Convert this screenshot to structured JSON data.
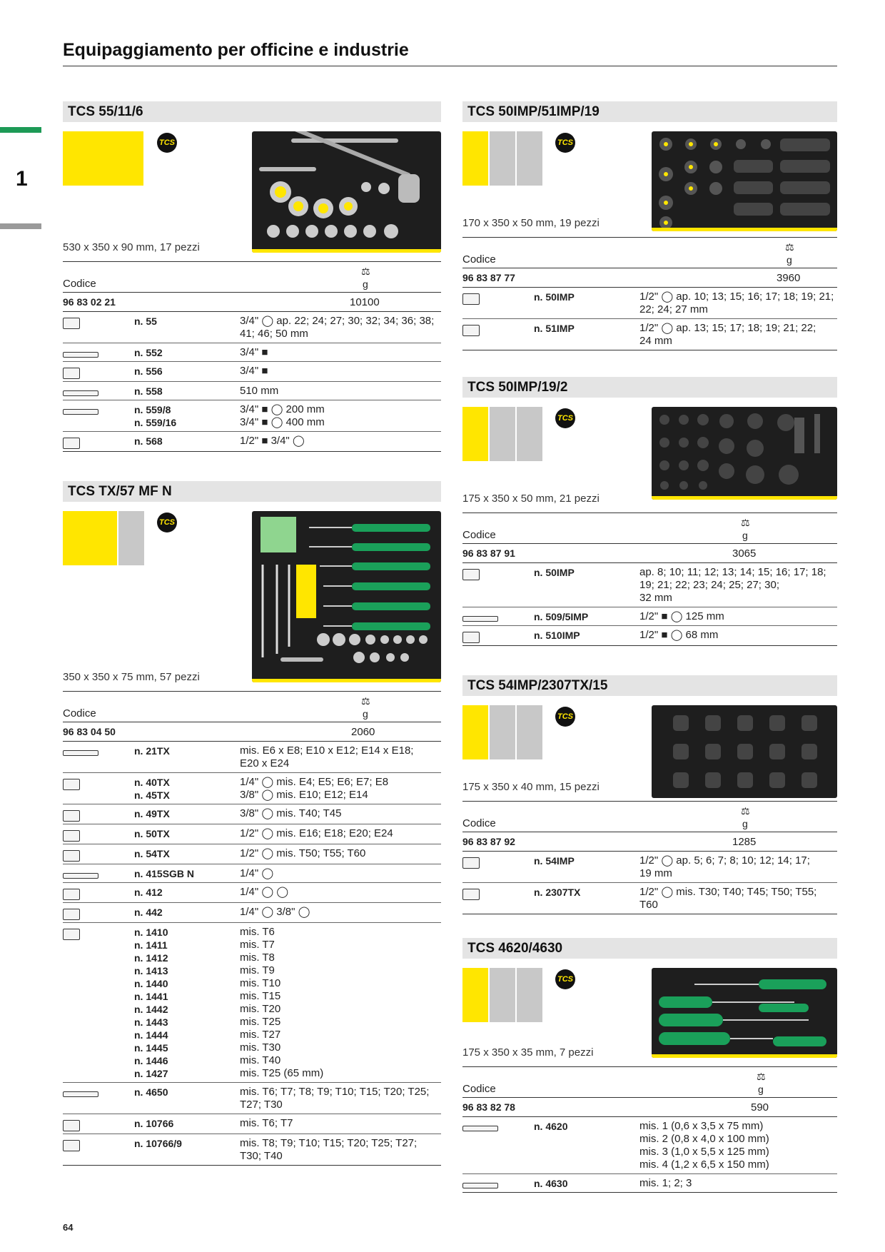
{
  "page": {
    "title": "Equipaggiamento per officine e industrie",
    "chapter": "1",
    "number": "64"
  },
  "labels": {
    "codice": "Codice",
    "unit": "g",
    "badge": "TCS"
  },
  "colors": {
    "yellow": "#ffe600",
    "grey": "#c8c8c8",
    "green": "#1d9a56"
  },
  "sections": {
    "s1": {
      "title": "TCS 55/11/6",
      "dims": "530 x 350 x 90 mm, 17 pezzi",
      "code": "96 83 02 21",
      "weight": "10100",
      "items": [
        {
          "icon": "socket-icon",
          "nums": [
            "n. 55"
          ],
          "desc": [
            "3/4\" ◯ ap. 22; 24; 27; 30; 32; 34; 36; 38;",
            "41; 46; 50 mm"
          ]
        },
        {
          "icon": "ratchet-icon",
          "nums": [
            "n. 552"
          ],
          "desc": [
            "3/4\" ■"
          ]
        },
        {
          "icon": "adapter-icon",
          "nums": [
            "n. 556"
          ],
          "desc": [
            "3/4\" ■"
          ]
        },
        {
          "icon": "bar-icon",
          "nums": [
            "n. 558"
          ],
          "desc": [
            "510 mm"
          ]
        },
        {
          "icon": "extension-icon",
          "nums": [
            "n. 559/8",
            "n. 559/16"
          ],
          "desc": [
            "3/4\" ■ ◯ 200 mm",
            "3/4\" ■ ◯ 400 mm"
          ]
        },
        {
          "icon": "coupler-icon",
          "nums": [
            "n. 568"
          ],
          "desc": [
            "1/2\" ■ 3/4\" ◯"
          ]
        }
      ]
    },
    "s2": {
      "title": "TCS TX/57 MF N",
      "dims": "350 x 350 x 75 mm, 57 pezzi",
      "code": "96 83 04 50",
      "weight": "2060",
      "items": [
        {
          "icon": "ratchet-wrench-icon",
          "nums": [
            "n. 21TX"
          ],
          "desc": [
            "mis. E6 x E8; E10 x E12; E14 x E18;",
            "E20 x E24"
          ]
        },
        {
          "icon": "socket-icon",
          "nums": [
            "n. 40TX",
            "n. 45TX"
          ],
          "desc": [
            "1/4\" ◯ mis. E4; E5; E6; E7; E8",
            "3/8\" ◯ mis. E10; E12; E14"
          ]
        },
        {
          "icon": "bit-socket-icon",
          "nums": [
            "n. 49TX"
          ],
          "desc": [
            "3/8\" ◯ mis. T40; T45"
          ]
        },
        {
          "icon": "socket-icon",
          "nums": [
            "n. 50TX"
          ],
          "desc": [
            "1/2\" ◯ mis. E16; E18; E20; E24"
          ]
        },
        {
          "icon": "bit-socket-icon",
          "nums": [
            "n. 54TX"
          ],
          "desc": [
            "1/2\" ◯ mis. T50; T55; T60"
          ]
        },
        {
          "icon": "ratchet-icon",
          "nums": [
            "n. 415SGB N"
          ],
          "desc": [
            "1/4\" ◯"
          ]
        },
        {
          "icon": "adapter-icon",
          "nums": [
            "n. 412"
          ],
          "desc": [
            "1/4\" ◯ ◯"
          ]
        },
        {
          "icon": "adapter-icon",
          "nums": [
            "n. 442"
          ],
          "desc": [
            "1/4\" ◯ 3/8\" ◯"
          ]
        },
        {
          "icon": "bit-icon",
          "nums": [
            "n. 1410",
            "n. 1411",
            "n. 1412",
            "n. 1413",
            "n. 1440",
            "n. 1441",
            "n. 1442",
            "n. 1443",
            "n. 1444",
            "n. 1445",
            "n. 1446",
            "n. 1427"
          ],
          "desc": [
            "mis. T6",
            "mis. T7",
            "mis. T8",
            "mis. T9",
            "mis. T10",
            "mis. T15",
            "mis. T20",
            "mis. T25",
            "mis. T27",
            "mis. T30",
            "mis. T40",
            "mis. T25 (65 mm)"
          ]
        },
        {
          "icon": "screwdriver-icon",
          "nums": [
            "n. 4650"
          ],
          "desc": [
            "mis. T6; T7; T8; T9; T10; T15; T20; T25;",
            "T27; T30"
          ]
        },
        {
          "icon": "l-key-icon",
          "nums": [
            "n. 10766"
          ],
          "desc": [
            "mis. T6; T7"
          ]
        },
        {
          "icon": "key-set-icon",
          "nums": [
            "n. 10766/9"
          ],
          "desc": [
            "mis. T8; T9; T10; T15; T20; T25; T27;",
            "T30; T40"
          ]
        }
      ]
    },
    "s3": {
      "title": "TCS 50IMP/51IMP/19",
      "dims": "170 x 350 x 50 mm, 19 pezzi",
      "code": "96 83 87 77",
      "weight": "3960",
      "items": [
        {
          "icon": "impact-socket-icon",
          "nums": [
            "n. 50IMP"
          ],
          "desc": [
            "1/2\" ◯ ap. 10; 13; 15; 16; 17; 18; 19; 21;",
            "22; 24; 27 mm"
          ]
        },
        {
          "icon": "long-socket-icon",
          "nums": [
            "n. 51IMP"
          ],
          "desc": [
            "1/2\" ◯ ap. 13; 15; 17; 18; 19; 21; 22;",
            "24 mm"
          ]
        }
      ]
    },
    "s4": {
      "title": "TCS 50IMP/19/2",
      "dims": "175 x 350 x 50 mm, 21 pezzi",
      "code": "96 83 87 91",
      "weight": "3065",
      "items": [
        {
          "icon": "impact-socket-icon",
          "nums": [
            "n. 50IMP"
          ],
          "desc": [
            "ap. 8; 10; 11; 12; 13; 14; 15; 16; 17; 18;",
            "19; 21; 22; 23; 24; 25; 27; 30;",
            "32 mm"
          ]
        },
        {
          "icon": "extension-icon",
          "nums": [
            "n. 509/5IMP"
          ],
          "desc": [
            "1/2\" ■ ◯ 125 mm"
          ]
        },
        {
          "icon": "joint-icon",
          "nums": [
            "n. 510IMP"
          ],
          "desc": [
            "1/2\" ■ ◯ 68 mm"
          ]
        }
      ]
    },
    "s5": {
      "title": "TCS 54IMP/2307TX/15",
      "dims": "175 x 350 x 40 mm, 15 pezzi",
      "code": "96 83 87 92",
      "weight": "1285",
      "items": [
        {
          "icon": "hex-bit-socket-icon",
          "nums": [
            "n. 54IMP"
          ],
          "desc": [
            "1/2\" ◯ ap. 5; 6; 7; 8; 10; 12; 14; 17;",
            "19 mm"
          ]
        },
        {
          "icon": "torx-bit-socket-icon",
          "nums": [
            "n. 2307TX"
          ],
          "desc": [
            "1/2\" ◯ mis. T30; T40; T45; T50; T55; T60"
          ]
        }
      ]
    },
    "s6": {
      "title": "TCS 4620/4630",
      "dims": "175 x 350 x 35 mm, 7 pezzi",
      "code": "96 83 82 78",
      "weight": "590",
      "items": [
        {
          "icon": "screwdriver-icon",
          "nums": [
            "n. 4620"
          ],
          "desc": [
            "mis. 1 (0,6 x 3,5 x 75 mm)",
            "mis. 2 (0,8 x 4,0 x 100 mm)",
            "mis. 3 (1,0 x 5,5 x 125 mm)",
            "mis. 4 (1,2 x 6,5 x 150 mm)"
          ]
        },
        {
          "icon": "screwdriver-icon",
          "nums": [
            "n. 4630"
          ],
          "desc": [
            "mis. 1; 2; 3"
          ]
        }
      ]
    }
  }
}
